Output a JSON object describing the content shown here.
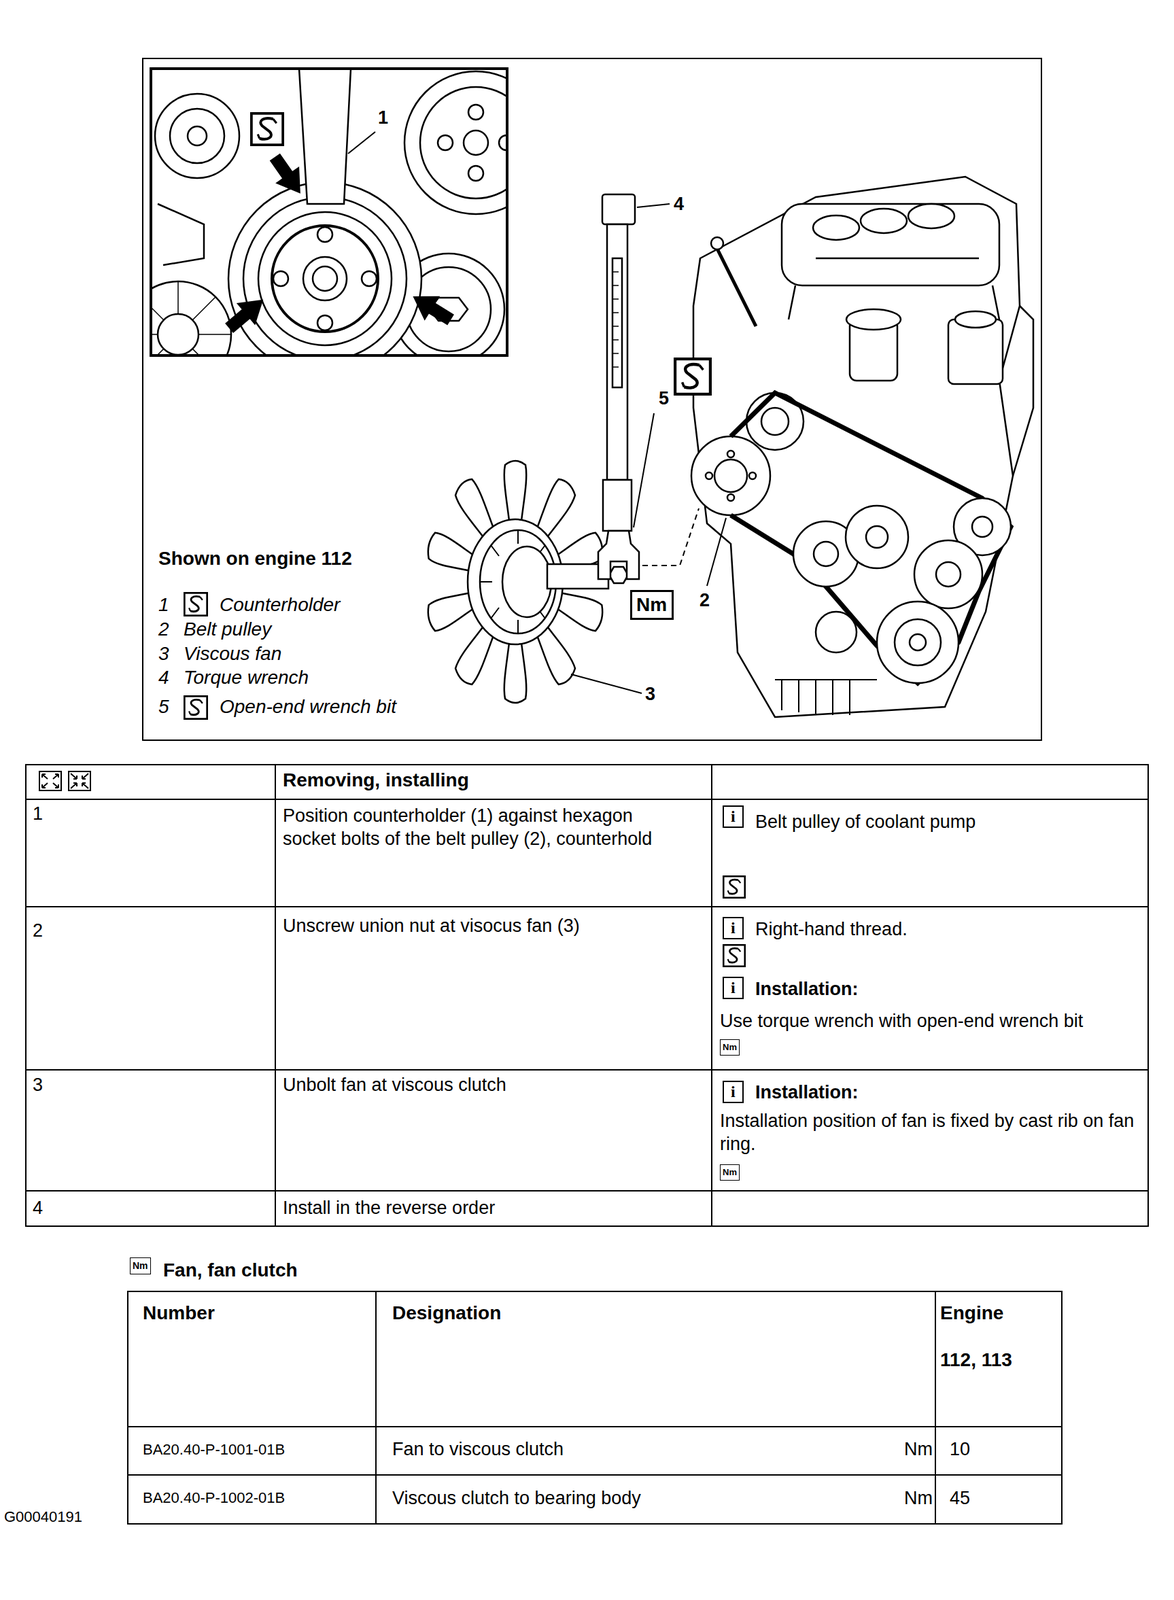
{
  "diagram": {
    "nodes": [
      {
        "text": [
          "Nm"
        ]
      },
      {
        "text": [
          "i"
        ]
      },
      {
        "text": [
          "i"
        ]
      },
      {
        "text": [
          "i"
        ]
      },
      {
        "text": [
          "Nm"
        ]
      },
      {
        "text": [
          "i"
        ]
      },
      {
        "text": [
          "Nm"
        ]
      },
      {
        "text": [
          "Nm"
        ]
      }
    ],
    "labels": [
      "1",
      "4",
      "5",
      "2",
      "3",
      "Shown on engine 112",
      "1",
      "Counterholder",
      "2",
      "Belt pulley",
      "3",
      "Viscous fan",
      "4",
      "Torque wrench",
      "5",
      "Open-end wrench bit",
      "Removing, installing",
      "1",
      "Position counterholder (1) against hexagon socket bolts of the belt pulley (2), counterhold",
      "Belt pulley of coolant pump",
      "2",
      "Unscrew union nut at visocus fan (3)",
      "Right-hand thread.",
      "Installation:",
      "Use torque wrench with open-end wrench bit",
      "3",
      "Unbolt fan at viscous clutch",
      "Installation:",
      "Installation position of fan is fixed by cast rib on fan ring.",
      "4",
      "Install in the reverse order",
      "Fan, fan clutch",
      "Number",
      "Designation",
      "Engine",
      "112, 113",
      "BA20.40-P-1001-01B",
      "Fan to viscous clutch",
      "Nm",
      "10",
      "BA20.40-P-1002-01B",
      "Viscous clutch to bearing body",
      "Nm",
      "45",
      "G00040191"
    ]
  }
}
